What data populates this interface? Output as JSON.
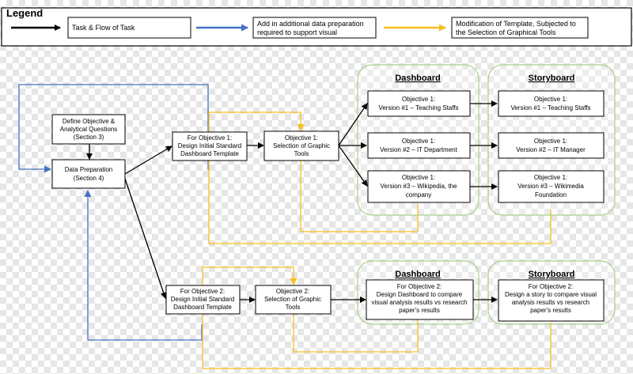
{
  "legend": {
    "title": "Legend",
    "black": "Task & Flow of Task",
    "blue": [
      "Add in additional data preparation",
      "required to support visual"
    ],
    "yellow": [
      "Modification of Template, Subjected to",
      "the Selection of Graphical Tools"
    ]
  },
  "colors": {
    "black": "#000000",
    "blue": "#4472c4",
    "yellow": "#f5bf22",
    "group_border": "#a9cf8e"
  },
  "steps": {
    "define_objective": [
      "Define Objective &",
      "Analytical Questions",
      "(Section 3)"
    ],
    "data_preparation": [
      "Data Preparation",
      "(Section 4)"
    ],
    "template_obj1": [
      "For Objective 1:",
      "Design Initial Standard",
      "Dashboard Template"
    ],
    "tools_obj1": [
      "Objective 1:",
      "Selection of Graphic",
      "Tools"
    ],
    "template_obj2": [
      "For Objective 2:",
      "Design Initial Standard",
      "Dashboard Template"
    ],
    "tools_obj2": [
      "Objective 2:",
      "Selection of Graphic",
      "Tools"
    ]
  },
  "dashboard_obj1": {
    "title": "Dashboard",
    "items": [
      [
        "Objective 1:",
        "Version #1 – Teaching Staffs"
      ],
      [
        "Objective 1:",
        "Version #2 – IT Department"
      ],
      [
        "Objective 1:",
        "Version #3 – Wikipedia, the",
        "company"
      ]
    ]
  },
  "storyboard_obj1": {
    "title": "Storyboard",
    "items": [
      [
        "Objective 1:",
        "Version #1 – Teaching Staffs"
      ],
      [
        "Objective 1:",
        "Version #2 – IT Manager"
      ],
      [
        "Objective 1:",
        "Version #3 – Wikimedia",
        "Foundation"
      ]
    ]
  },
  "dashboard_obj2": {
    "title": "Dashboard",
    "item": [
      "For Objective 2:",
      "Design Dashboard to compare",
      "visual analysis results vs research",
      "paper's results"
    ]
  },
  "storyboard_obj2": {
    "title": "Storyboard",
    "item": [
      "For Objective 2:",
      "Design a story to compare visual",
      "analysis results vs research",
      "paper's results"
    ]
  }
}
